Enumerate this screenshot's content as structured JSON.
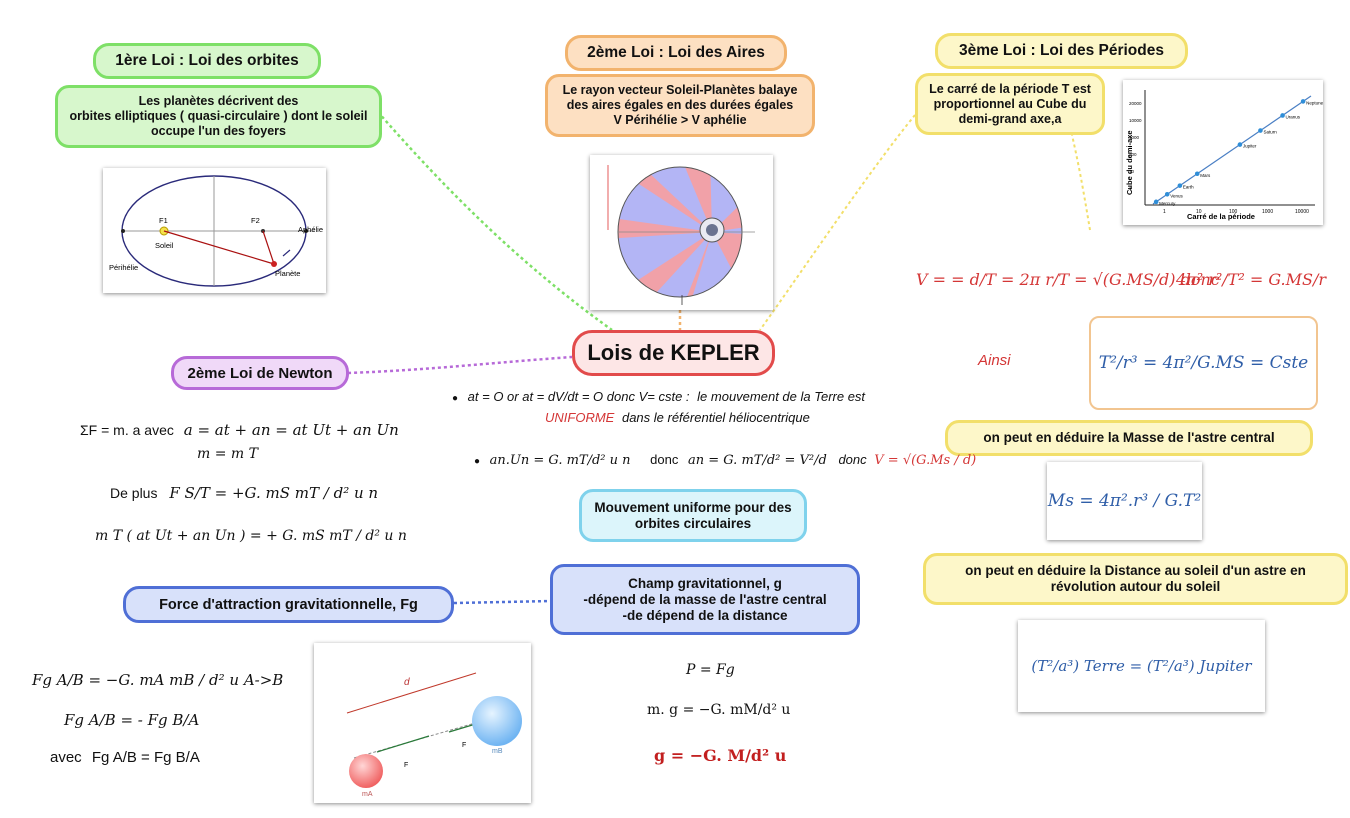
{
  "central": {
    "title": "Lois de KEPLER"
  },
  "law1": {
    "title": "1ère Loi : Loi des orbites",
    "desc_lines": [
      "Les planètes décrivent des",
      "orbites elliptiques ( quasi-circulaire ) dont le soleil",
      "occupe l'un des foyers"
    ],
    "diagram": {
      "f1": "F1",
      "f2": "F2",
      "soleil": "Soleil",
      "aphelie": "Aphélie",
      "perihelie": "Périhélie",
      "planete": "Planète"
    }
  },
  "law2": {
    "title": "2ème Loi : Loi des Aires",
    "desc_lines": [
      "Le rayon vecteur Soleil-Planètes balaye",
      "des aires égales en des durées égales",
      "V Périhélie > V aphélie"
    ]
  },
  "law3": {
    "title": "3ème Loi : Loi des Périodes",
    "desc_lines": [
      "Le carré de la période T est",
      "proportionnel au Cube du",
      "demi-grand axe,a"
    ],
    "chart": {
      "xlabel": "Carré de la période",
      "ylabel": "Cube du demi-axe",
      "xticks": [
        "1",
        "10",
        "100",
        "1000",
        "10000"
      ],
      "yticks": [
        "1",
        "10",
        "100",
        "1000",
        "10000",
        "20000"
      ],
      "planets": [
        "Mercury",
        "Venus",
        "Earth",
        "Mars",
        "Jupiter",
        "Saturn",
        "Uranus",
        "Neptune"
      ]
    }
  },
  "newton": {
    "title": "2ème Loi de Newton",
    "line1_prefix": "ΣF = m. a avec",
    "line1_formula": "a = at + an = at Ut + an Un",
    "line2": "m = m T",
    "line3_prefix": "De plus",
    "line3_formula": "F S/T = +G. mS mT / d² u n",
    "line4": "m T ( at Ut + an Un ) = + G. mS mT / d² u n"
  },
  "uniform": {
    "line1_a": "at = O or at = dV/dt = O donc V= cste :",
    "line1_b": "le mouvement de la Terre est",
    "line2_a": "UNIFORME",
    "line2_b": "dans le référentiel héliocentrique",
    "line3_a": "an.Un = G. mT/d² u n",
    "line3_b": "donc",
    "line3_c": "an = G. mT/d² = V²/d",
    "line3_d": "donc",
    "line3_e": "V = √(G.Ms / d)",
    "box": "Mouvement uniforme pour des orbites circulaires"
  },
  "right": {
    "v_formula": "V = = d/T = 2π r/T = √(G.MS/d) donc",
    "t_formula": "4π² r²/T² = G.MS/r",
    "ainsi": "Ainsi",
    "ratio": "T²/r³ = 4π²/G.MS = Cste",
    "mass_box": "on peut en déduire la Masse de l'astre central",
    "mass_formula": "Ms = 4π².r³ / G.T²",
    "dist_box": "on peut en déduire la Distance au soleil d'un astre en révolution autour du soleil",
    "dist_formula": "(T²/a³) Terre = (T²/a³) Jupiter"
  },
  "gravity": {
    "force_box": "Force d'attraction gravitationnelle, Fg",
    "field_box_lines": [
      "Champ gravitationnel, g",
      "-dépend de la masse de l'astre central",
      "-de dépend de la distance"
    ],
    "f1": "Fg A/B = −G. mA mB / d² u A->B",
    "f2": "Fg A/B = - Fg B/A",
    "f3_prefix": "avec",
    "f3": "Fg A/B = Fg B/A",
    "p1": "P = Fg",
    "p2": "m. g = −G. mM/d² u",
    "p3": "g = −G. M/d² u",
    "img": {
      "d": "d",
      "fa": "F",
      "fb": "F",
      "ma": "mA",
      "mb": "mB"
    }
  },
  "colors": {
    "green": "#7ee067",
    "orange": "#f2b36d",
    "yellow": "#f2df6a",
    "red": "#e24b4b",
    "purple": "#b76ad8",
    "blue": "#4f6fd6",
    "cyan": "#7fd2ec"
  }
}
